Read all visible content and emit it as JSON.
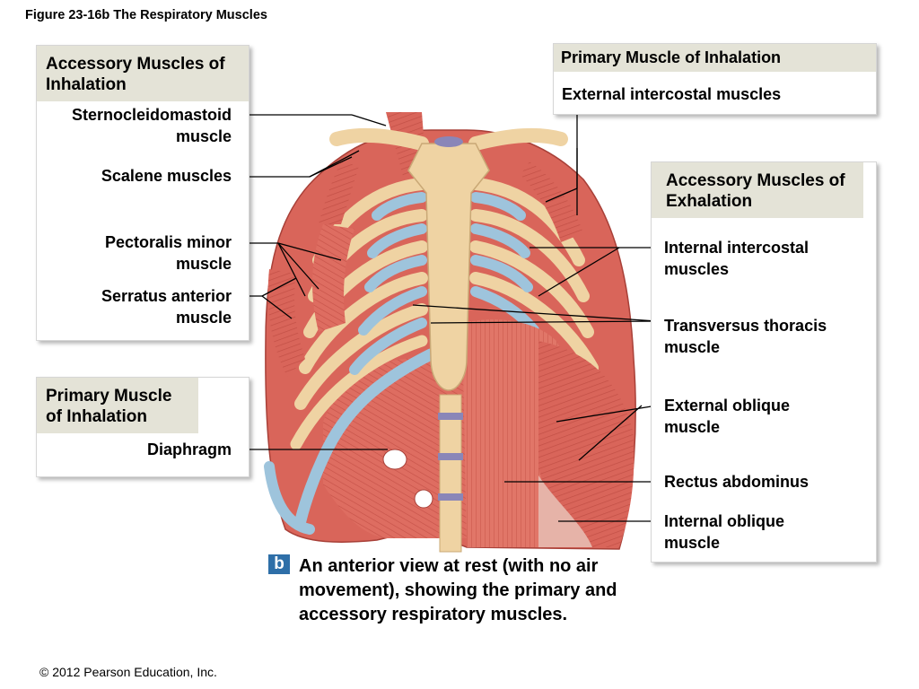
{
  "figure_title": "Figure 23-16b  The Respiratory Muscles",
  "boxes": {
    "accessory_inhalation": {
      "title": "Accessory Muscles of Inhalation",
      "sternocleidomastoid_line1": "Sternocleidomastoid",
      "sternocleidomastoid_line2": "muscle",
      "scalene": "Scalene muscles",
      "pectoralis_line1": "Pectoralis minor",
      "pectoralis_line2": "muscle",
      "serratus_line1": "Serratus anterior",
      "serratus_line2": "muscle"
    },
    "primary_inhalation_left": {
      "title": "Primary Muscle of Inhalation",
      "diaphragm": "Diaphragm"
    },
    "primary_inhalation_right": {
      "title": "Primary Muscle of Inhalation",
      "external_intercostal": "External intercostal muscles"
    },
    "accessory_exhalation": {
      "title": "Accessory Muscles of Exhalation",
      "internal_intercostal_line1": "Internal intercostal",
      "internal_intercostal_line2": "muscles",
      "transversus_line1": "Transversus thoracis",
      "transversus_line2": "muscle",
      "external_oblique_line1": "External oblique",
      "external_oblique_line2": "muscle",
      "rectus": "Rectus abdominus",
      "internal_oblique_line1": "Internal oblique",
      "internal_oblique_line2": "muscle"
    }
  },
  "caption": {
    "badge": "b",
    "text": "An anterior view at rest (with no air movement), showing the primary and accessory respiratory muscles."
  },
  "copyright": "© 2012 Pearson Education, Inc.",
  "colors": {
    "muscle": "#d9655a",
    "muscle_dark": "#b6443c",
    "bone": "#efd3a3",
    "cartilage": "#9ec4dc",
    "box_header": "#e4e3d7",
    "badge": "#2e6fa8"
  }
}
